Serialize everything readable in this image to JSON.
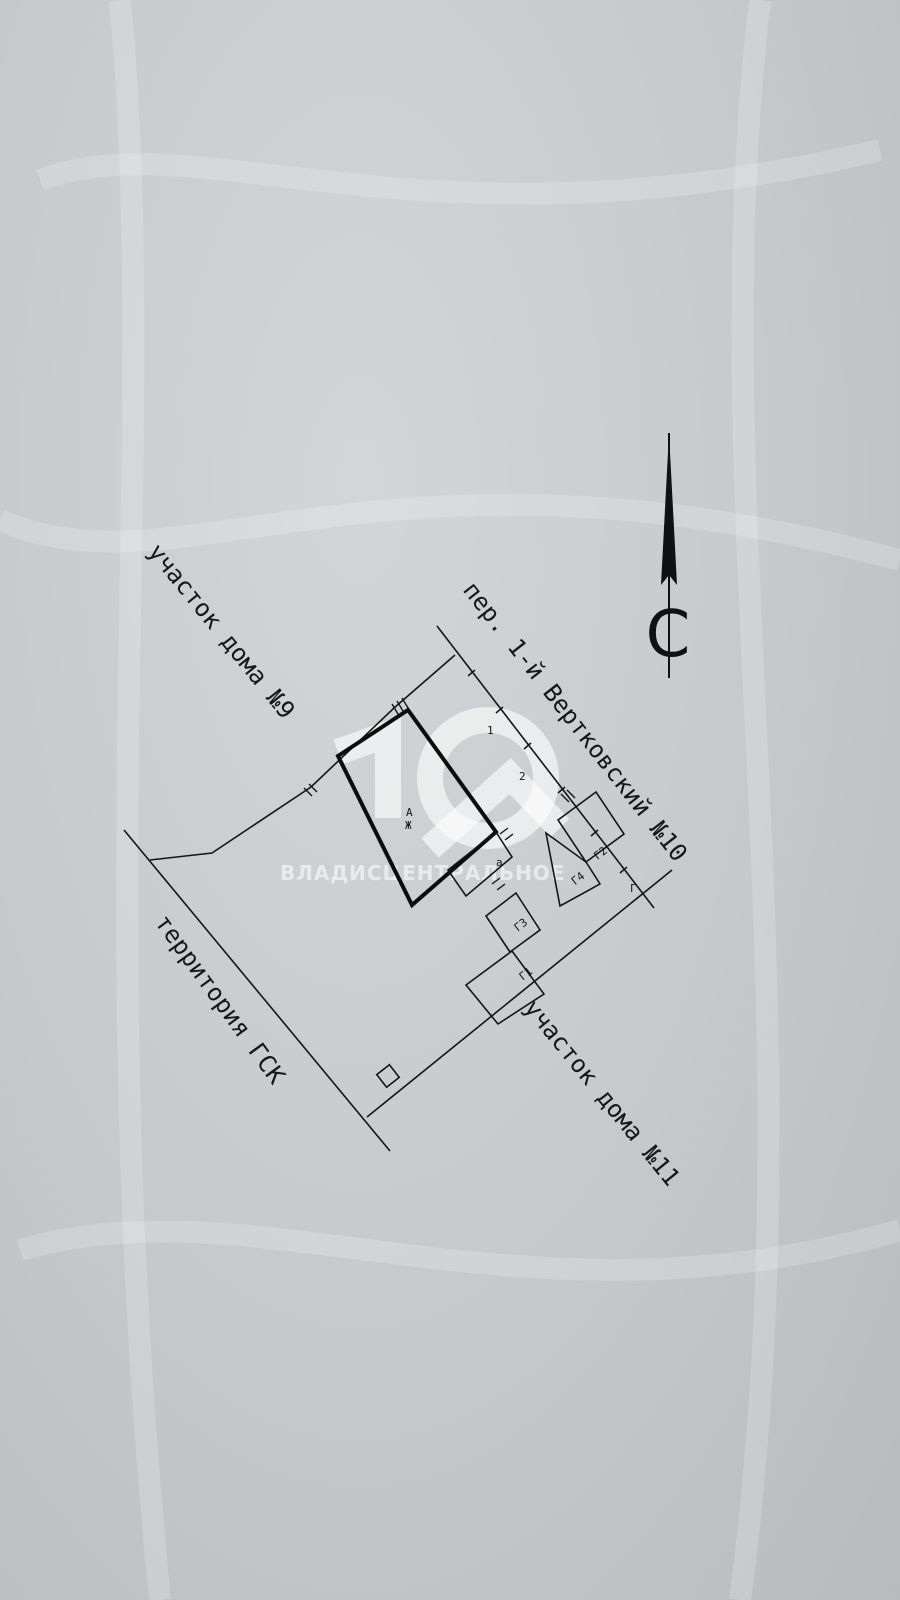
{
  "labels": {
    "north": "С",
    "street": "пер. 1-й Вертковский №10",
    "neighbor_9": "участок дома №9",
    "neighbor_11": "участок дома №11",
    "gsk": "территория ГСК"
  },
  "building_labels": {
    "main_house": "А",
    "main_house_area": "Ж",
    "annex_a": "а",
    "garage_1": "Г1",
    "garage_2": "Г2",
    "garage_3": "Г3",
    "garage_4": "Г4",
    "gate": "Г",
    "point_1": "1",
    "point_2": "2"
  },
  "watermark": {
    "logo_text": "10",
    "company": "ВЛАДИСЦЕНТРАЛЬНОЕ"
  }
}
